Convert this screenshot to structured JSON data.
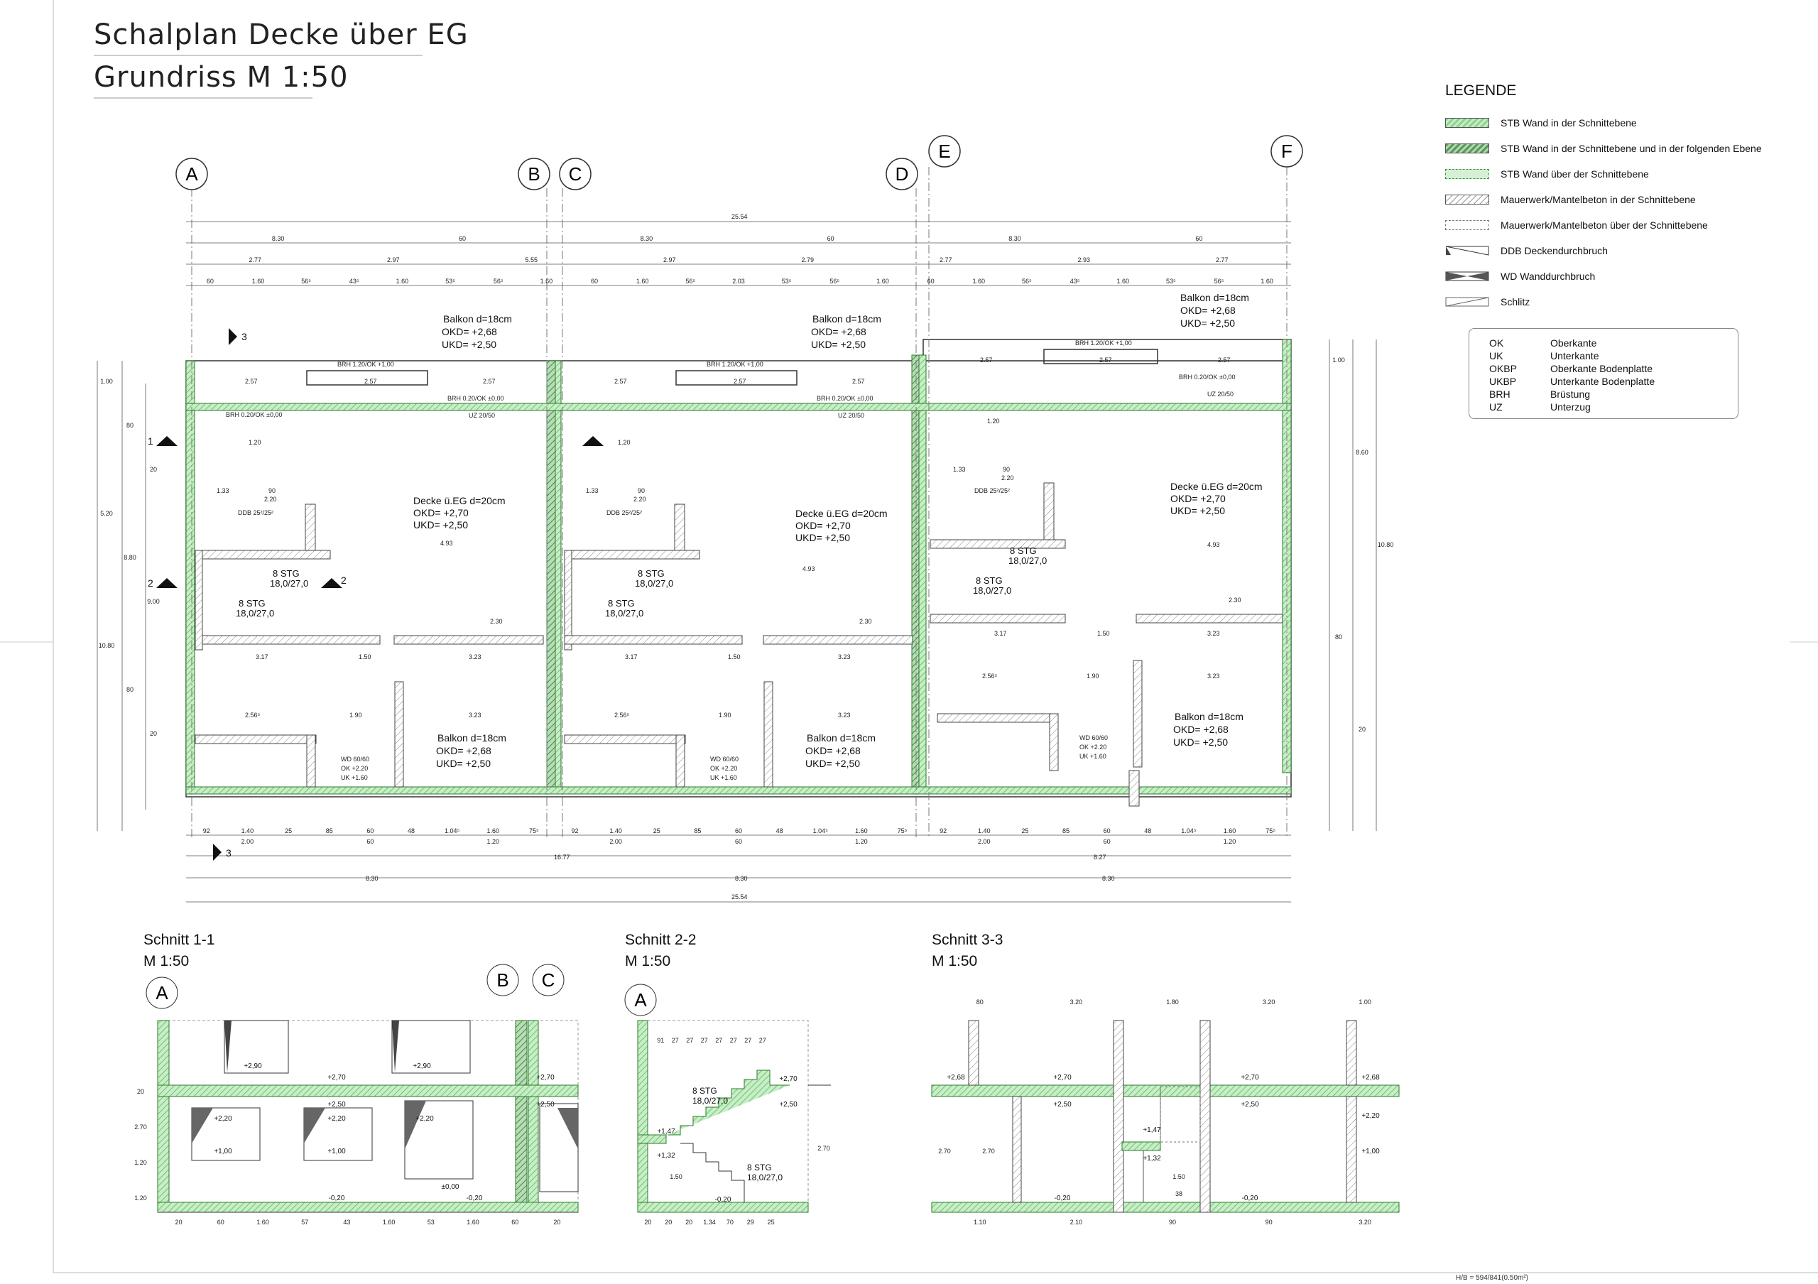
{
  "titles": {
    "line1": "Schalplan Decke über EG",
    "line2": "Grundriss M 1:50"
  },
  "legend": {
    "heading": "LEGENDE",
    "items": [
      {
        "label": "STB Wand in der Schnittebene",
        "icon": "hatch-green-icon"
      },
      {
        "label": "STB Wand in der Schnittebene und  in der folgenden Ebene",
        "icon": "hatch-dark-green-icon"
      },
      {
        "label": "STB Wand über der Schnittebene",
        "icon": "dashed-green-icon"
      },
      {
        "label": "Mauerwerk/Mantelbeton in der Schnittebene",
        "icon": "hatch-grey-icon"
      },
      {
        "label": "Mauerwerk/Mantelbeton über der Schnittebene",
        "icon": "dashed-grey-icon"
      },
      {
        "label": "DDB Deckendurchbruch",
        "icon": "ceiling-opening-icon"
      },
      {
        "label": "WD Wanddurchbruch",
        "icon": "wall-opening-icon"
      },
      {
        "label": "Schlitz",
        "icon": "slot-icon"
      }
    ],
    "colors": {
      "green": "#8fd48f",
      "greenDark": "#5a9a5a",
      "wall": "#444444"
    }
  },
  "abbreviations": [
    {
      "code": "OK",
      "meaning": "Oberkante"
    },
    {
      "code": "UK",
      "meaning": "Unterkante"
    },
    {
      "code": "OKBP",
      "meaning": "Oberkante Bodenplatte"
    },
    {
      "code": "UKBP",
      "meaning": "Unterkante Bodenplatte"
    },
    {
      "code": "BRH",
      "meaning": "Brüstung"
    },
    {
      "code": "UZ",
      "meaning": "Unterzug"
    }
  ],
  "axes": {
    "plan": [
      "A",
      "B",
      "C",
      "D",
      "E",
      "F"
    ],
    "schnitt1": [
      "A",
      "B",
      "C"
    ],
    "schnitt2": [
      "A"
    ]
  },
  "plan": {
    "dims_top": {
      "total": "25.54",
      "row2": [
        "8.30",
        "60",
        "8.30",
        "60",
        "8.30",
        "60"
      ],
      "row3": [
        "2.77",
        "2.97",
        "5.55",
        "2.97",
        "2.79",
        "2.77",
        "2.93",
        "2.77"
      ],
      "row4": [
        "60",
        "1.60",
        "56⁵",
        "43⁵",
        "1.60",
        "53⁵",
        "56⁵",
        "1.60",
        "60",
        "1.60",
        "56⁵",
        "2.03",
        "53⁵",
        "56⁵",
        "1.60",
        "60",
        "1.60",
        "56⁵",
        "43⁵",
        "1.60",
        "53⁵",
        "56⁵",
        "1.60"
      ]
    },
    "dims_bottom": {
      "row1": [
        "92",
        "1.40",
        "25",
        "85",
        "60",
        "48",
        "1.04⁵",
        "1.60",
        "75⁵",
        "92",
        "1.40",
        "25",
        "85",
        "60",
        "48",
        "1.04⁵",
        "1.60",
        "75⁵",
        "92",
        "1.40",
        "25",
        "85",
        "60",
        "48",
        "1.04⁵",
        "1.60",
        "75⁵"
      ],
      "row2": [
        "2.00",
        "60",
        "1.20",
        "2.00",
        "60",
        "1.20",
        "2.00",
        "60",
        "1.20"
      ],
      "row3": [
        "16.77",
        "8.27"
      ],
      "row4": [
        "8.30",
        "8.30",
        "8.30"
      ],
      "total": "25.54"
    },
    "dims_left": [
      "1.00",
      "80",
      "20",
      "5.20",
      "8.80",
      "9.00",
      "10.80",
      "80",
      "20"
    ],
    "dims_right": [
      "1.00",
      "8.60",
      "10.80",
      "80",
      "20"
    ],
    "balcony_top": [
      {
        "name": "Balkon d=18cm",
        "okd": "OKD= +2,68",
        "ukd": "UKD= +2,50"
      },
      {
        "name": "Balkon d=18cm",
        "okd": "OKD= +2,68",
        "ukd": "UKD= +2,50"
      },
      {
        "name": "Balkon d=18cm",
        "okd": "OKD= +2,68",
        "ukd": "UKD= +2,50"
      }
    ],
    "balcony_bottom": [
      {
        "name": "Balkon d=18cm",
        "okd": "OKD= +2,68",
        "ukd": "UKD= +2,50"
      },
      {
        "name": "Balkon d=18cm",
        "okd": "OKD= +2,68",
        "ukd": "UKD= +2,50"
      },
      {
        "name": "Balkon d=18cm",
        "okd": "OKD= +2,68",
        "ukd": "UKD= +2,50"
      }
    ],
    "slabs": [
      {
        "name": "Decke ü.EG d=20cm",
        "okd": "OKD= +2,70",
        "ukd": "UKD= +2,50"
      },
      {
        "name": "Decke ü.EG d=20cm",
        "okd": "OKD= +2,70",
        "ukd": "UKD= +2,50"
      },
      {
        "name": "Decke ü.EG d=20cm",
        "okd": "OKD= +2,70",
        "ukd": "UKD= +2,50"
      }
    ],
    "stairs": {
      "count": "8 STG",
      "size": "18,0/27,0"
    },
    "ddb": "DDB 25²/25²",
    "wd": {
      "label": "WD 60/60",
      "ok": "OK +2.20",
      "uk": "UK +1.60"
    },
    "notes": {
      "brh_top": "BRH 1.20/OK +1,00",
      "brh_floor": "BRH 0.20/OK ±0,00",
      "uz": "UZ 20/50",
      "dim_493": "4.93",
      "dim_317": "3.17",
      "dim_150": "1.50",
      "dim_323": "3.23",
      "dim_230": "2.30",
      "dim_256": "2.56⁵",
      "dim_190": "1.90",
      "dim_257": "2.57",
      "dim_133": "1.33",
      "dim_90": "90",
      "dim_220": "2.20",
      "dim_120": "1.20"
    },
    "section_marks": [
      "1",
      "2",
      "3"
    ]
  },
  "sections": {
    "s1": {
      "title": "Schnitt 1-1",
      "scale": "M 1:50",
      "levels": [
        "+2,90",
        "+2,90",
        "+2,70",
        "+2,70",
        "+2,50",
        "+2,50",
        "+2,20",
        "+2,20",
        "+2,20",
        "+1,00",
        "+1,00",
        "-0,20",
        "-0,20",
        "±0,00"
      ],
      "dims_bottom": [
        "20",
        "60",
        "1.60",
        "57",
        "43",
        "1.60",
        "53",
        "1.60",
        "60",
        "20"
      ],
      "dims_left": [
        "20",
        "2.70",
        "1.20",
        "1.20"
      ]
    },
    "s2": {
      "title": "Schnitt 2-2",
      "scale": "M 1:50",
      "stairs_top": {
        "count": "8 STG",
        "size": "18,0/27,0"
      },
      "stairs_bottom": {
        "count": "8 STG",
        "size": "18,0/27,0"
      },
      "levels": [
        "+2,70",
        "+2,50",
        "+1,47",
        "+1,32",
        "-0,20"
      ],
      "dims_top": [
        "91",
        "27",
        "27",
        "27",
        "27",
        "27",
        "27",
        "27"
      ],
      "dims_bottom": [
        "20",
        "20",
        "20",
        "1.34",
        "70",
        "29",
        "25"
      ],
      "dims_left": [
        "1.50"
      ],
      "dims_right": [
        "2.70"
      ]
    },
    "s3": {
      "title": "Schnitt 3-3",
      "scale": "M 1:50",
      "levels": [
        "+2,68",
        "+2,70",
        "+2,50",
        "+2,70",
        "+2,50",
        "+2,68",
        "+2,20",
        "+1,47",
        "+1,32",
        "+1,00",
        "-0,20",
        "-0,20"
      ],
      "dims_top": [
        "80",
        "3.20",
        "1.80",
        "3.20",
        "1.00"
      ],
      "dims_bottom": [
        "1.10",
        "2.10",
        "90",
        "90",
        "3.20"
      ],
      "dims_left": [
        "2.70",
        "2.70"
      ],
      "dims_mid": [
        "1.50",
        "38"
      ]
    }
  },
  "footer": "H/B = 594/841(0.50m²)"
}
